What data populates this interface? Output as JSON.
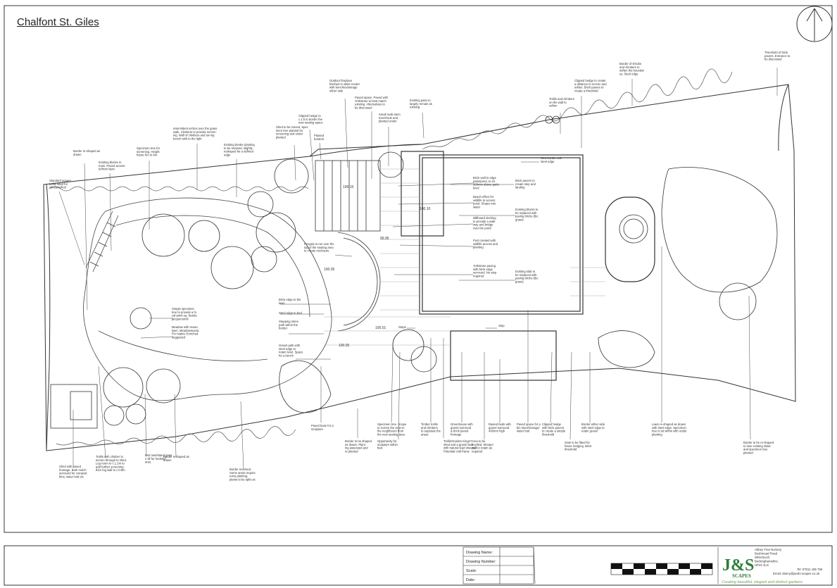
{
  "title": "Chalfont St. Giles",
  "levels": [
    {
      "id": "lvl1",
      "text": "100.15"
    },
    {
      "id": "lvl2",
      "text": "100.10"
    },
    {
      "id": "lvl3",
      "text": "99.95"
    },
    {
      "id": "lvl4",
      "text": "100.05"
    },
    {
      "id": "lvl5",
      "text": "100.01"
    },
    {
      "id": "lvl6",
      "text": "100.05"
    }
  ],
  "annotations": [
    {
      "id": "a1",
      "lines": [
        "Standard square",
        "trellis fitted for",
        "climbers/fruit"
      ]
    },
    {
      "id": "a2",
      "lines": [
        "Border re-shaped as",
        "drawn"
      ]
    },
    {
      "id": "a3",
      "lines": [
        "Existing blocks re",
        "main. Paved access",
        "to/from lawn"
      ]
    },
    {
      "id": "a4",
      "lines": [
        "Specimen tree for",
        "screening. Height",
        "future 5m to 6m"
      ]
    },
    {
      "id": "a5",
      "lines": [
        "Intermittent arches over the grass",
        "walk. Climbers to provide screen-",
        "ing. Wall of climbers and sw ing",
        "bench with to the light"
      ]
    },
    {
      "id": "a6",
      "lines": [
        "Existing border planting",
        "to be retained, slightly",
        "reshaped for a defined",
        "edge"
      ]
    },
    {
      "id": "a7",
      "lines": [
        "Shed to be moved. Spec",
        "imen tree planted for",
        "screening and under",
        "planted"
      ]
    },
    {
      "id": "a8",
      "lines": [
        "Clipped hedge to",
        "c.1.5 to border the",
        "new seating space"
      ]
    },
    {
      "id": "a9",
      "lines": [
        "Planted",
        "borders"
      ]
    },
    {
      "id": "a10",
      "lines": [
        "Outdoor fireplace",
        "finished in white render",
        "with benches/storage",
        "either side"
      ]
    },
    {
      "id": "a11",
      "lines": [
        "Paved space. Paved with",
        "Yorkstone to best match",
        "existing. Alternatives to",
        "be discussed"
      ]
    },
    {
      "id": "a12",
      "lines": [
        "Small multi stem",
        "tree/shrub and",
        "planted under"
      ]
    },
    {
      "id": "a13",
      "lines": [
        "Existing patio to",
        "largely remain as",
        "existing"
      ]
    },
    {
      "id": "a14",
      "lines": [
        "Brick wall to edge",
        "patio/pond, to sit",
        "300mm above patio",
        "level"
      ]
    },
    {
      "id": "a15",
      "lines": [
        "Beach effect for",
        "wildlife to access",
        "pond. Slopes into",
        "water"
      ]
    },
    {
      "id": "a16",
      "lines": [
        "Millboard decking",
        "to provide a walk",
        "way and bridge",
        "over the pond"
      ]
    },
    {
      "id": "a17",
      "lines": [
        "Pool created with",
        "wildlife access and",
        "planting"
      ]
    },
    {
      "id": "a18",
      "lines": [
        "Pergola to run over the",
        "top of the seating area",
        "to create enclosure"
      ]
    },
    {
      "id": "a19",
      "lines": [
        "Yorkstone paving",
        "with brick edge",
        "surround. No step",
        "required"
      ]
    },
    {
      "id": "a20",
      "lines": [
        "Brick pavers to",
        "create step and",
        "landing"
      ]
    },
    {
      "id": "a21",
      "lines": [
        "New border with",
        "steel edge"
      ]
    },
    {
      "id": "a22",
      "lines": [
        "Existing blocks to",
        "be replaced with",
        "paving bricks (tbc",
        "grass)"
      ]
    },
    {
      "id": "a23",
      "lines": [
        "Existing slab to",
        "be replaced with",
        "paving bricks (tbc",
        "grass)"
      ]
    },
    {
      "id": "a24",
      "lines": [
        "Trellis and climbers",
        "on the wall to",
        "soften"
      ]
    },
    {
      "id": "a25",
      "lines": [
        "Clipped hedge to create",
        "a distance to screen and",
        "soften. Brick pavers to",
        "create a threshold"
      ]
    },
    {
      "id": "a26",
      "lines": [
        "Border of shrubs",
        "and climbers to",
        "soften the boundar",
        "ey. Steel edge"
      ]
    },
    {
      "id": "a27",
      "lines": [
        "Threshold of brick",
        "pavers. Entrance to",
        "be discussed"
      ]
    },
    {
      "id": "a28",
      "lines": [
        "Brick edge to the",
        "lawn"
      ]
    },
    {
      "id": "a29",
      "lines": [
        "Steel edge to bed"
      ]
    },
    {
      "id": "a30",
      "lines": [
        "Stepping stone",
        "path within the",
        "border"
      ]
    },
    {
      "id": "a31",
      "lines": [
        "Gravel path with",
        "steel edge to",
        "retain level. Space",
        "for a bench"
      ]
    },
    {
      "id": "a32",
      "lines": [
        "Steps"
      ]
    },
    {
      "id": "a33",
      "lines": [
        "Step"
      ]
    },
    {
      "id": "a34",
      "lines": [
        "Simple specimen",
        "tree to provide a fo",
        "cal point eg. Betula",
        "jacquemontii"
      ]
    },
    {
      "id": "a35",
      "lines": [
        "Meadow with mown",
        "lawn. Meadowmania",
        "Pro Native Enriched",
        "suggested"
      ]
    },
    {
      "id": "a36",
      "lines": [
        "Shed with paved",
        "frontage. Bark mulch",
        "surround for compost",
        "bins, water butt etc"
      ]
    },
    {
      "id": "a37",
      "lines": [
        "Trellis with climber to",
        "screen through to shed.",
        "Leg room to c.1.2m to",
        "add further screening",
        "then log wall to c.0.8m"
      ]
    },
    {
      "id": "a38",
      "lines": [
        "Bird nest/stand grow",
        "n till for hedsted",
        "area"
      ]
    },
    {
      "id": "a39",
      "lines": [
        "Border reshaped as",
        "drawn"
      ]
    },
    {
      "id": "a40",
      "lines": [
        "Border reversed.",
        "Some areas require",
        "extra planting,",
        "plants to be split etc"
      ]
    },
    {
      "id": "a41",
      "lines": [
        "Paved base for a",
        "sculpture"
      ]
    },
    {
      "id": "a42",
      "lines": [
        "Border to be shaped",
        "as drawn. Plant",
        "ing assessed and",
        "re planted"
      ]
    },
    {
      "id": "a43",
      "lines": [
        "Specimen tree. Scope",
        "to screen the view to",
        "the neighbours from",
        "the new seating area"
      ]
    },
    {
      "id": "a44",
      "lines": [
        "Opportunity for",
        "sculpture within",
        "bed"
      ]
    },
    {
      "id": "a45",
      "lines": [
        "Timber trellis",
        "and climbers",
        "to separate the",
        "areas"
      ]
    },
    {
      "id": "a46",
      "lines": [
        "Trellis/Garden Kings?",
        "shed and a gravel bed",
        "with natural lead sheeted.",
        "Potential cold frame"
      ]
    },
    {
      "id": "a47",
      "lines": [
        "Greenhouse with",
        "gravel surround",
        "& brick paved",
        "frontage"
      ]
    },
    {
      "id": "a48",
      "lines": [
        "Area to be",
        "levelled. Sleeper",
        "wall to retain as",
        "required"
      ]
    },
    {
      "id": "a49",
      "lines": [
        "Raised beds with",
        "gravel surround.",
        "400mm high"
      ]
    },
    {
      "id": "a50",
      "lines": [
        "Paved space for a",
        "bin store/storage/",
        "water butt"
      ]
    },
    {
      "id": "a51",
      "lines": [
        "Clipped hedge",
        "with brick pavers",
        "to create a simple",
        "threshold"
      ]
    },
    {
      "id": "a52",
      "lines": [
        "Gate to be fitted for",
        "future hedging. Brick",
        "threshold"
      ]
    },
    {
      "id": "a53",
      "lines": [
        "Border either side",
        "with steel edge to",
        "retain gravel"
      ]
    },
    {
      "id": "a54",
      "lines": [
        "Lawn re-shaped as drawn",
        "with steel edge. Specimen",
        "tree to sit within with under",
        "planting"
      ]
    },
    {
      "id": "a55",
      "lines": [
        "Border to be re-shaped",
        "to lose existing stake",
        "and specimen tree",
        "planted"
      ]
    }
  ],
  "title_block": {
    "fields": [
      {
        "label": "Drawing Name:",
        "value": ""
      },
      {
        "label": "Drawing Number:",
        "value": ""
      },
      {
        "label": "Scale:",
        "value": ""
      },
      {
        "label": "Date:",
        "value": ""
      }
    ],
    "company": {
      "logo_main": "J&S",
      "logo_sub": "SCAPES",
      "tagline": "Creating beautiful, elegant and distinct gardens",
      "address": [
        "Abbey Tree Nursery",
        "Bushmead Road",
        "Whitchurch",
        "Buckinghamshire",
        "HP22 4LG"
      ],
      "tel": "Tel: 07011 186 756",
      "email": "Email: danny@jands-scapes.co.uk"
    }
  }
}
